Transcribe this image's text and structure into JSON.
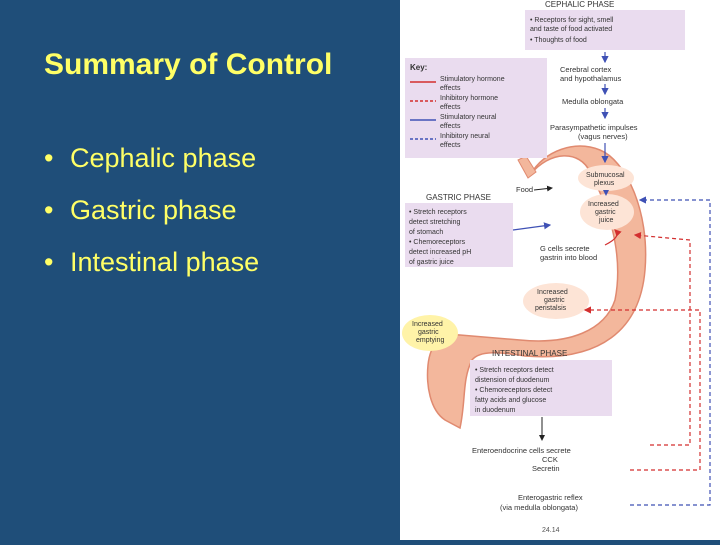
{
  "slide": {
    "title": "Summary of Control",
    "bullets": [
      "Cephalic phase",
      "Gastric phase",
      "Intestinal phase"
    ]
  },
  "figure": {
    "cephalic": {
      "header": "CEPHALIC PHASE",
      "items": [
        "• Receptors for sight, smell",
        "   and taste of food activated",
        "• Thoughts of food"
      ]
    },
    "key": {
      "title": "Key:",
      "items": [
        {
          "line1": "Stimulatory hormone",
          "line2": "effects",
          "color": "#d32f2f",
          "style": "solid"
        },
        {
          "line1": "Inhibitory hormone",
          "line2": "effects",
          "color": "#d32f2f",
          "style": "dashed"
        },
        {
          "line1": "Stimulatory neural",
          "line2": "effects",
          "color": "#3f51b5",
          "style": "solid"
        },
        {
          "line1": "Inhibitory neural",
          "line2": "effects",
          "color": "#3f51b5",
          "style": "dashed"
        }
      ]
    },
    "cortex": [
      "Cerebral cortex",
      "and hypothalamus"
    ],
    "medulla": "Medulla oblongata",
    "parasym": [
      "Parasympathetic impulses",
      "(vagus nerves)"
    ],
    "submucosal": [
      "Submucosal",
      "plexus"
    ],
    "food": "Food",
    "gastric": {
      "header": "GASTRIC PHASE",
      "items": [
        "• Stretch receptors",
        "  detect stretching",
        "  of stomach",
        "• Chemoreceptors",
        "  detect increased pH",
        "  of gastric juice"
      ]
    },
    "increased_juice": [
      "Increased",
      "gastric",
      "juice"
    ],
    "secretion": [
      "G cells secrete",
      "gastrin into blood"
    ],
    "peristalsis": [
      "Increased",
      "gastric",
      "peristalsis"
    ],
    "emptying": [
      "Increased",
      "gastric",
      "emptying"
    ],
    "intestinal": {
      "header": "INTESTINAL PHASE",
      "items": [
        "• Stretch receptors detect",
        "  distension of duodenum",
        "• Chemoreceptors detect",
        "  fatty acids and glucose",
        "  in duodenum"
      ]
    },
    "enteroendocrine": [
      "Enteroendocrine cells secrete",
      "CCK",
      "Secretin"
    ],
    "reflex": [
      "Enterogastric reflex",
      "(via medulla oblongata)"
    ],
    "figure_number": "24.14"
  },
  "colors": {
    "background": "#1f4e79",
    "title": "#ffff66",
    "stomach": "#f3b79c",
    "panel": "#eadcef",
    "stimulatory_hormone": "#d32f2f",
    "neural": "#3f51b5"
  }
}
